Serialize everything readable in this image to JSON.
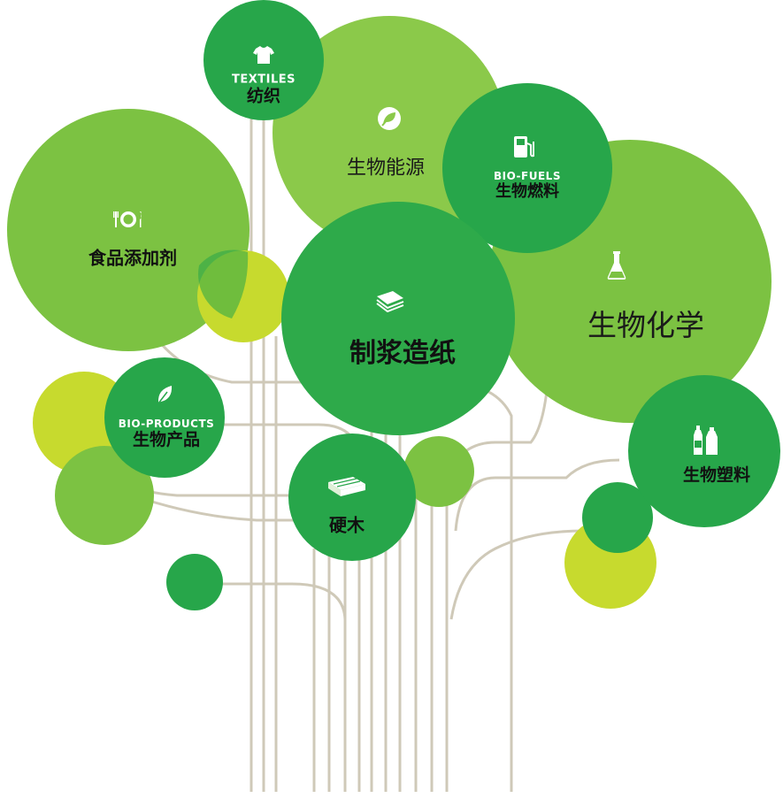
{
  "colors": {
    "stem": "#cfc9b8",
    "green_light": "#8bc53f",
    "green_mid": "#6fbe44",
    "green_dark": "#2ea84a",
    "lime": "#c2d82c"
  },
  "nodes": {
    "textiles": {
      "en": "TEXTILES",
      "zh": "纺织",
      "icon": "tshirt-icon"
    },
    "bioenergy": {
      "zh": "生物能源",
      "icon": "leaf-plug-icon"
    },
    "biofuels": {
      "en": "BIO-FUELS",
      "zh": "生物燃料",
      "icon": "fuel-pump-icon"
    },
    "food_additives": {
      "zh": "食品添加剂",
      "icon": "plate-cutlery-icon"
    },
    "pulp_paper": {
      "zh": "制浆造纸",
      "icon": "paper-stack-icon"
    },
    "biochemistry": {
      "zh": "生物化学",
      "icon": "flask-icon"
    },
    "bioproducts": {
      "en": "BIO-PRODUCTS",
      "zh": "生物产品",
      "icon": "leaf-icon"
    },
    "hardwood": {
      "zh": "硬木",
      "icon": "lumber-icon"
    },
    "bioplastics": {
      "zh": "生物塑料",
      "icon": "bottles-icon"
    }
  }
}
